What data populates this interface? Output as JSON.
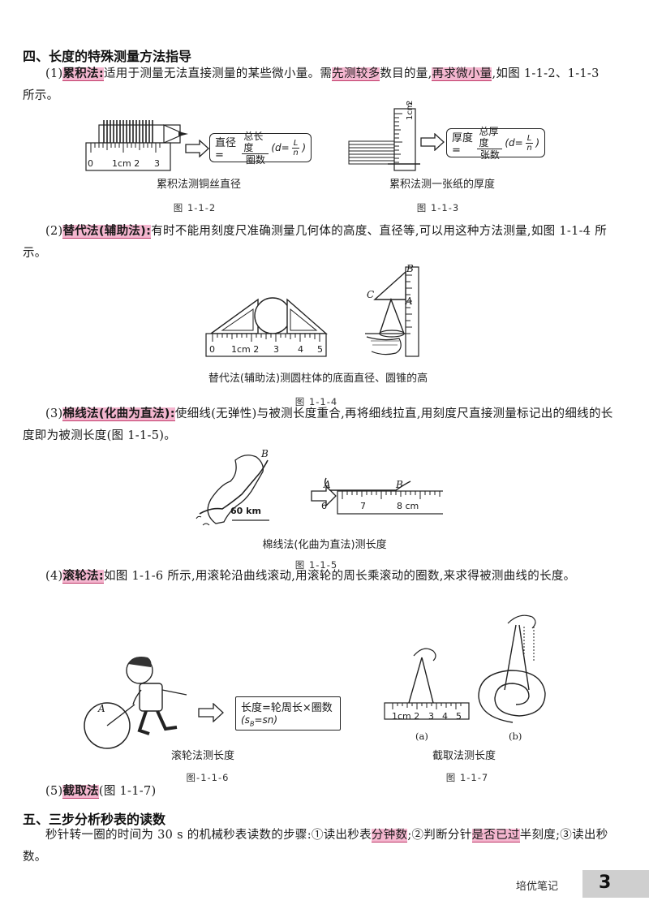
{
  "section4": {
    "title": "四、长度的特殊测量方法指导",
    "p1": {
      "num": "(1)",
      "term": "累积法",
      "colon": ":",
      "t1": "适用于测量无法直接测量的某些微小量。需",
      "h1": "先测较多",
      "t2": "数目的量,",
      "h2": "再求微小量",
      "t3": ",如图 1-1-2、1-1-3 所示。"
    },
    "fig112": {
      "ruler_labels": [
        "0",
        "1cm 2",
        "3"
      ],
      "formula_left": "直径=",
      "formula_num": "总长度",
      "formula_den": "圈数",
      "formula_paren_l": "(d=",
      "formula_var_num": "L",
      "formula_var_den": "n",
      "formula_paren_r": ")",
      "caption": "累积法测铜丝直径",
      "label": "图 1-1-2"
    },
    "fig113": {
      "ruler_labels": [
        "1cm",
        "2"
      ],
      "formula_left": "厚度=",
      "formula_num": "总厚度",
      "formula_den": "张数",
      "formula_paren_l": "(d=",
      "formula_var_num": "L",
      "formula_var_den": "n",
      "formula_paren_r": ")",
      "caption": "累积法测一张纸的厚度",
      "label": "图 1-1-3"
    },
    "p2": {
      "num": "(2)",
      "term": "替代法(辅助法)",
      "colon": ":",
      "text": "有时不能用刻度尺准确测量几何体的高度、直径等,可以用这种方法测量,如图 1-1-4 所示。"
    },
    "fig114": {
      "ruler_labels": [
        "0",
        "1cm 2",
        "3",
        "4",
        "5"
      ],
      "point_labels": [
        "B",
        "C",
        "A"
      ],
      "caption": "替代法(辅助法)测圆柱体的底面直径、圆锥的高",
      "label": "图 1-1-4"
    },
    "p3": {
      "num": "(3)",
      "term": "棉线法(化曲为直法)",
      "colon": ":",
      "text": "使细线(无弹性)与被测长度重合,再将细线拉直,用刻度尺直接测量标记出的细线的长度即为被测长度(图 1-1-5)。"
    },
    "fig115": {
      "map_label": "60 km",
      "point_labels": [
        "B",
        "A",
        "B"
      ],
      "ruler_labels": [
        "6",
        "7",
        "8 cm"
      ],
      "caption": "棉线法(化曲为直法)测长度",
      "label": "图 1-1-5"
    },
    "p4": {
      "num": "(4)",
      "term": "滚轮法",
      "colon": ":",
      "text": "如图 1-1-6 所示,用滚轮沿曲线滚动,用滚轮的周长乘滚动的圈数,来求得被测曲线的长度。"
    },
    "fig116": {
      "point_label": "A",
      "formula_line1": "长度=轮周长×圈数",
      "formula_line2": "(s",
      "formula_sub": "B",
      "formula_line2b": "=sn)",
      "caption": "滚轮法测长度",
      "label": "图-1-1-6"
    },
    "fig117": {
      "ruler_labels": [
        "1cm 2",
        "3",
        "4",
        "5"
      ],
      "sub_a": "(a)",
      "sub_b": "(b)",
      "caption": "截取法测长度",
      "label": "图 1-1-7"
    },
    "p5": {
      "num": "(5)",
      "term": "截取法",
      "text": "(图 1-1-7)"
    }
  },
  "section5": {
    "title": "五、三步分析秒表的读数",
    "t1": "秒针转一圈的时间为 30 s 的机械秒表读数的步骤:①读出秒表",
    "h1": "分钟数",
    "t2": ";②判断分针",
    "h2": "是否已过",
    "t3": "半刻度;③读出秒数。"
  },
  "footer": {
    "text": "培优笔记",
    "page": "3"
  },
  "colors": {
    "highlight": "#f4b6cf",
    "highlight_line": "#c03868",
    "footer_bar": "#cfcfcf"
  }
}
